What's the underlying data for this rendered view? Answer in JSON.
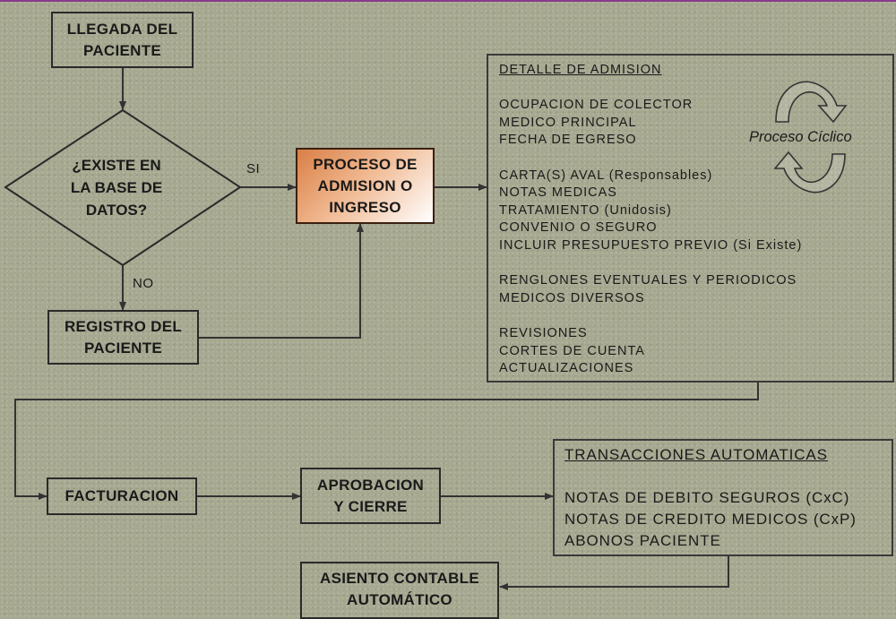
{
  "flow": {
    "llegada": [
      "LLEGADA DEL",
      "PACIENTE"
    ],
    "decision": [
      "¿EXISTE EN",
      "LA BASE DE",
      "DATOS?"
    ],
    "si_label": "SI",
    "no_label": "NO",
    "registro": [
      "REGISTRO DEL",
      "PACIENTE"
    ],
    "admision": [
      "PROCESO DE",
      "ADMISION O",
      "INGRESO"
    ],
    "facturacion": "FACTURACION",
    "aprobacion": [
      "APROBACION",
      "Y CIERRE"
    ],
    "asiento": [
      "ASIENTO CONTABLE",
      "AUTOMÁTICO"
    ]
  },
  "detalle": {
    "title": "DETALLE DE ADMISION",
    "group1": [
      "OCUPACION DE COLECTOR",
      "MEDICO PRINCIPAL",
      "FECHA DE EGRESO"
    ],
    "group2": [
      "CARTA(S) AVAL (Responsables)",
      "NOTAS MEDICAS",
      "TRATAMIENTO (Unidosis)",
      "CONVENIO O SEGURO",
      "INCLUIR PRESUPUESTO PREVIO (Si Existe)"
    ],
    "group3": [
      "RENGLONES EVENTUALES Y PERIODICOS",
      "MEDICOS DIVERSOS"
    ],
    "group4": [
      "REVISIONES",
      "CORTES DE CUENTA",
      "ACTUALIZACIONES"
    ],
    "cycle_label": "Proceso Cíclico"
  },
  "transacciones": {
    "title": "TRANSACCIONES AUTOMATICAS",
    "items": [
      "NOTAS DE DEBITO SEGUROS (CxC)",
      "NOTAS DE CREDITO MEDICOS (CxP)",
      "ABONOS PACIENTE"
    ]
  }
}
